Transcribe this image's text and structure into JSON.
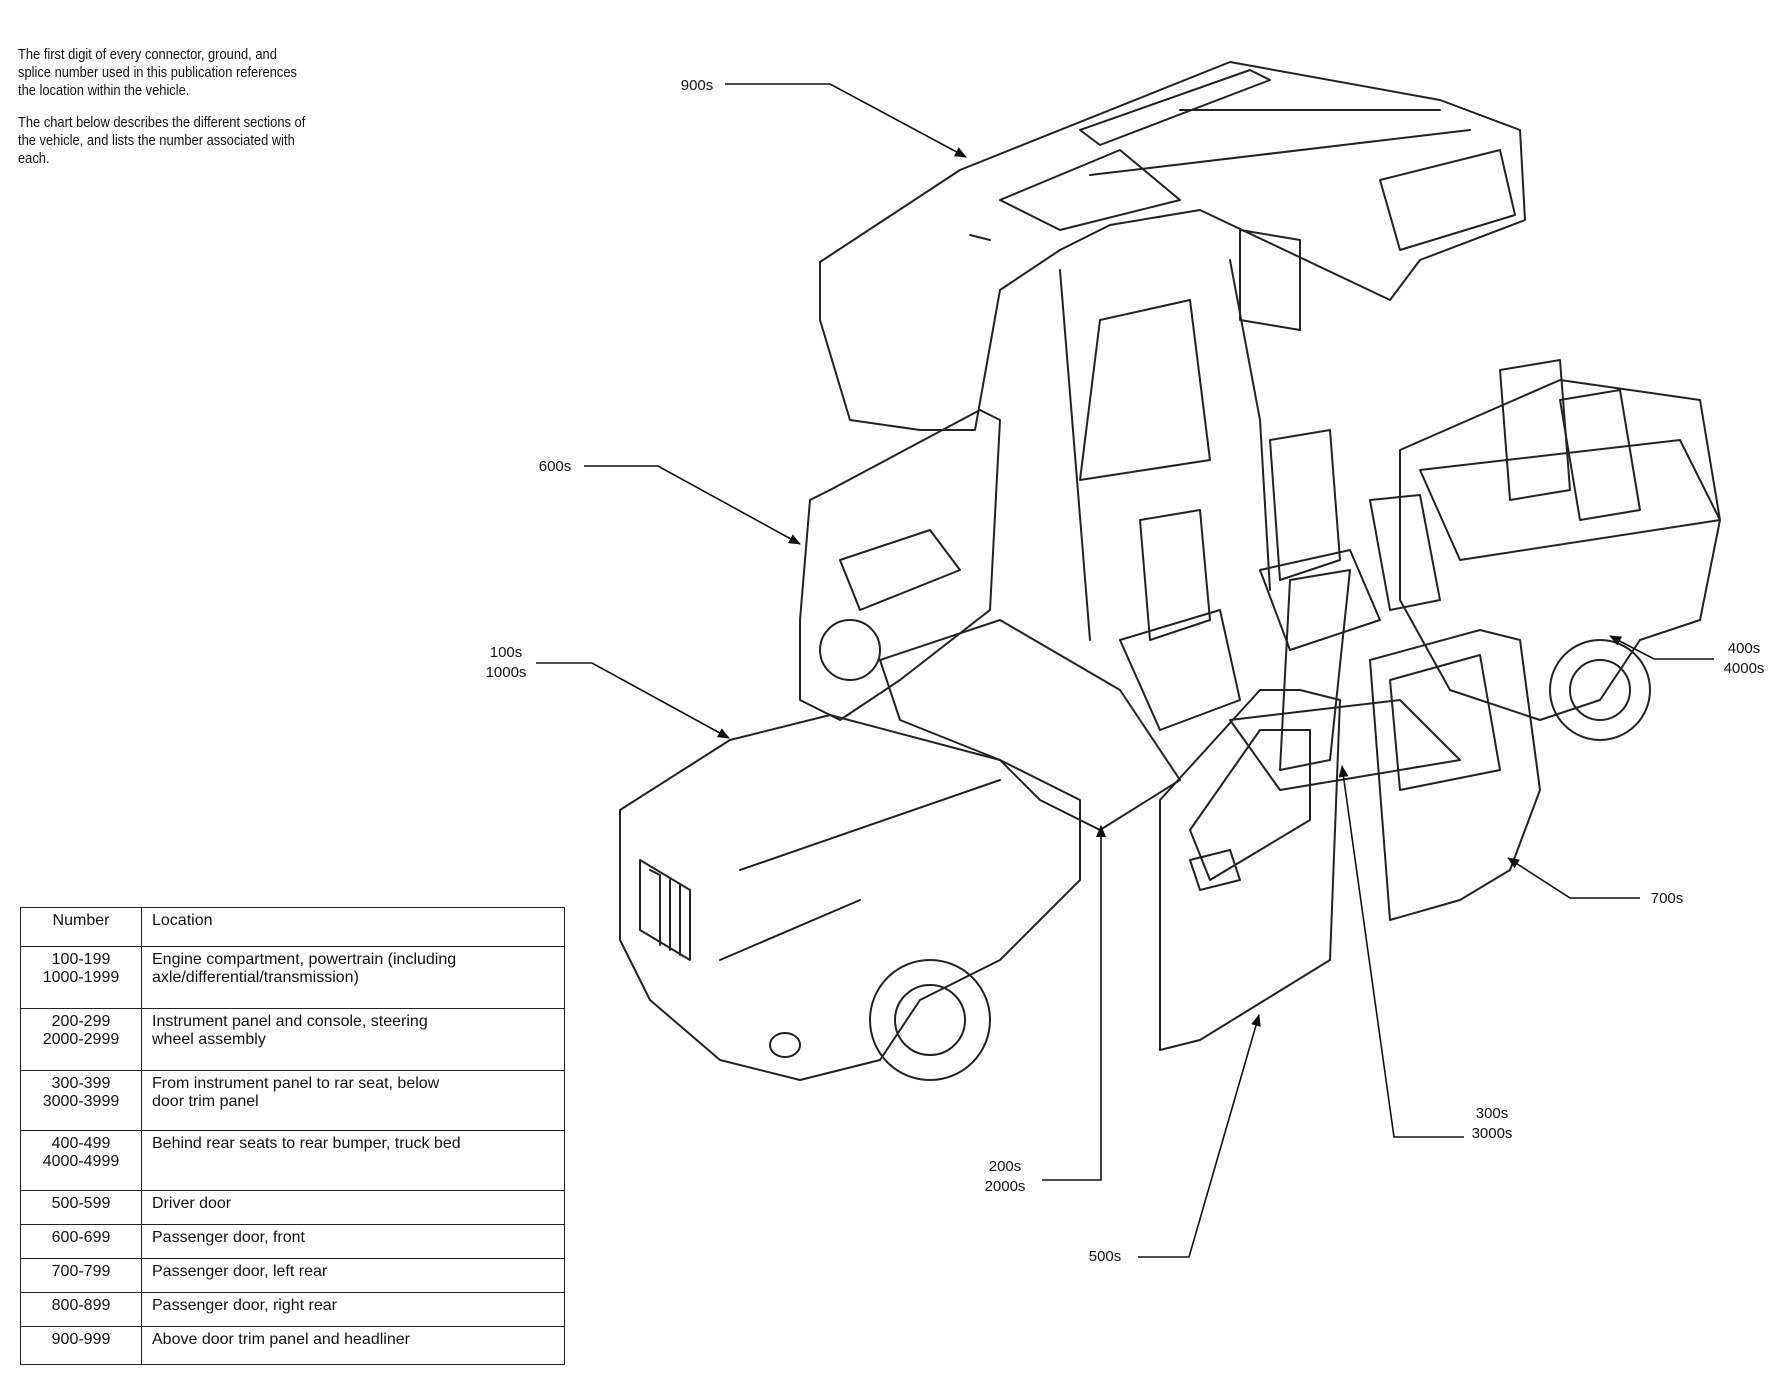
{
  "intro": {
    "paragraph_1": "The first digit of every connector, ground, and splice number used in this publication references the location within the vehicle.",
    "paragraph_2": "The chart below describes the different sections of the vehicle, and lists the number associated with each."
  },
  "callouts": {
    "c900": [
      "900s"
    ],
    "c600": [
      "600s"
    ],
    "c100": [
      "100s",
      "1000s"
    ],
    "c400": [
      "400s",
      "4000s"
    ],
    "c700": [
      "700s"
    ],
    "c300": [
      "300s",
      "3000s"
    ],
    "c200": [
      "200s",
      "2000s"
    ],
    "c500": [
      "500s"
    ]
  },
  "table": {
    "header": {
      "number": "Number",
      "location": "Location"
    },
    "rows": [
      {
        "numbers": [
          "100-199",
          "1000-1999"
        ],
        "location": [
          "Engine compartment, powertrain (including",
          "axle/differential/transmission)"
        ]
      },
      {
        "numbers": [
          "200-299",
          "2000-2999"
        ],
        "location": [
          "Instrument panel and console, steering",
          "wheel assembly"
        ]
      },
      {
        "numbers": [
          "300-399",
          "3000-3999"
        ],
        "location": [
          "From instrument panel to rar seat, below",
          "door trim panel"
        ]
      },
      {
        "numbers": [
          "400-499",
          "4000-4999"
        ],
        "location": [
          "Behind rear seats to rear bumper, truck bed"
        ]
      },
      {
        "numbers": [
          "500-599"
        ],
        "location": [
          "Driver door"
        ]
      },
      {
        "numbers": [
          "600-699"
        ],
        "location": [
          "Passenger door, front"
        ]
      },
      {
        "numbers": [
          "700-799"
        ],
        "location": [
          "Passenger door, left rear"
        ]
      },
      {
        "numbers": [
          "800-899"
        ],
        "location": [
          "Passenger door, right rear"
        ]
      },
      {
        "numbers": [
          "900-999"
        ],
        "location": [
          "Above door trim panel and headliner"
        ]
      }
    ]
  }
}
